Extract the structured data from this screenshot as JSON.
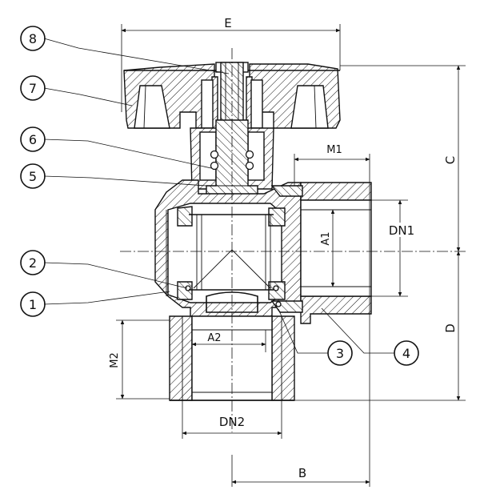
{
  "dimensions": {
    "E": "E",
    "M1": "M1",
    "C": "C",
    "DN1": "DN1",
    "A1": "A1",
    "D": "D",
    "A2": "A2",
    "M2": "M2",
    "DN2": "DN2",
    "B": "B"
  },
  "balloons": [
    "8",
    "7",
    "6",
    "5",
    "2",
    "1",
    "3",
    "4"
  ]
}
